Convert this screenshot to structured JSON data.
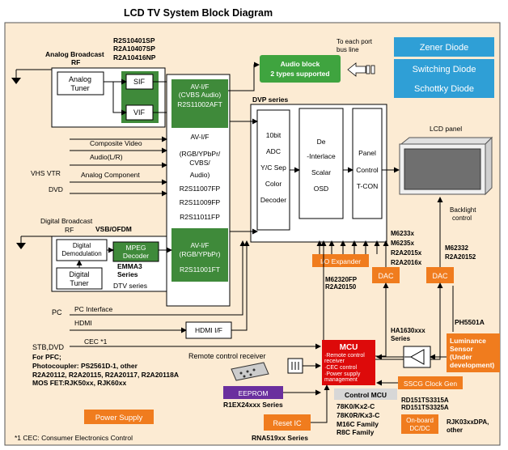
{
  "title": "LCD TV System Block Diagram",
  "analog_broadcast": {
    "label": "Analog Broadcast",
    "rf": "RF",
    "tuner": [
      "Analog",
      "Tuner"
    ],
    "sif": "SIF",
    "vif": "VIF"
  },
  "analog_parts": [
    "R2S10401SP",
    "R2A10407SP",
    "R2A10416NP"
  ],
  "av_if_top": {
    "lines": [
      "AV-I/F",
      "(CVBS Audio)"
    ],
    "part": "R2S11002AFT"
  },
  "av_if_mid": {
    "lines": [
      "AV-I/F",
      "(RGB/YPbPr/",
      "CVBS/",
      "Audio)"
    ],
    "parts": [
      "R2S11007FP",
      "R2S11009FP",
      "R2S11011FP"
    ]
  },
  "av_if_bottom": {
    "lines": [
      "AV-I/F",
      "(RGB/YPbPr)"
    ],
    "part": "R2S11001FT"
  },
  "audio_block": [
    "Audio block",
    "2 types supported"
  ],
  "to_each_port": [
    "To each port",
    "bus line"
  ],
  "diodes": [
    "Zener Diode",
    "Switching Diode",
    "Schottky Diode"
  ],
  "inputs": {
    "composite": "Composite Video",
    "audio": "Audio(L/R)",
    "vhs": "VHS VTR",
    "analog_component": "Analog Component",
    "dvd": "DVD"
  },
  "dvp": {
    "label": "DVP series",
    "adc": [
      "10bit",
      "ADC",
      "Y/C Sep",
      "Color",
      "Decoder"
    ],
    "deinterlace": [
      "De",
      "-Interlace",
      "Scalar",
      "OSD"
    ],
    "panel": [
      "Panel",
      "Control",
      "T-CON"
    ]
  },
  "lcd_panel": "LCD panel",
  "backlight": [
    "Backlight",
    "control"
  ],
  "digital_broadcast": {
    "label": "Digital Broadcast",
    "rf": "RF",
    "vsb": "VSB/OFDM",
    "demod": [
      "Digital",
      "Demodulation"
    ],
    "tuner": [
      "Digital",
      "Tuner"
    ],
    "mpeg": [
      "MPEG",
      "Decoder"
    ],
    "emma": [
      "EMMA3",
      "Series"
    ],
    "dtv": "DTV series"
  },
  "io_expander": "I/O Expander",
  "io_parts": [
    "M62320FP",
    "R2A20150"
  ],
  "dac1_parts": [
    "M6233x",
    "M6235x",
    "R2A2015x",
    "R2A2016x"
  ],
  "dac2_parts": [
    "M62332",
    "R2A20152"
  ],
  "dac_label": "DAC",
  "pc": {
    "label": "PC",
    "interface": "PC Interface"
  },
  "hdmi": {
    "label": "HDMI",
    "if": "HDMI I/F"
  },
  "stb": {
    "label": "STB,DVD",
    "cec": "CEC *1"
  },
  "pfc": [
    "For PFC;",
    "Photocoupler: PS2561D-1, other",
    "R2A20112, R2A20115, R2A20117, R2A20118A",
    "MOS FET:RJK50xx, RJK60xx"
  ],
  "remote": "Remote control receiver",
  "mcu": {
    "title": "MCU",
    "items": [
      "·Remote control",
      " receiver",
      "·CEC control",
      "·Power supply",
      " management"
    ]
  },
  "control_mcu": "Control MCU",
  "mcu_parts": [
    "78K0/Kx2-C",
    "78K0R/Kx3-C",
    "M16C Family",
    "R8C Family"
  ],
  "ha1630": [
    "HA1630xxx",
    "Series"
  ],
  "ph5501": "PH5501A",
  "luminance": [
    "Luminance",
    "Sensor",
    "(Under",
    "development)"
  ],
  "sscg": "SSCG Clock Gen",
  "eeprom": "EEPROM",
  "eeprom_series": "R1EX24xxx Series",
  "reset": "Reset IC",
  "reset_series": "RNA519xx Series",
  "rd_parts": [
    "RD151TS3315A",
    "RD151TS3325A"
  ],
  "onboard": [
    "On-board",
    "DC/DC"
  ],
  "rjk": [
    "RJK03xxDPA,",
    "other"
  ],
  "power_supply": "Power Supply",
  "footnote": "*1 CEC: Consumer Electronics Control",
  "colors": {
    "background": "#fcebd3",
    "green": "#3f8a3a",
    "orange": "#f07c1e",
    "blue": "#2f9fd6",
    "purple": "#6a2f9e",
    "red": "#dd0a0a",
    "audio_green": "#3fa43f"
  }
}
